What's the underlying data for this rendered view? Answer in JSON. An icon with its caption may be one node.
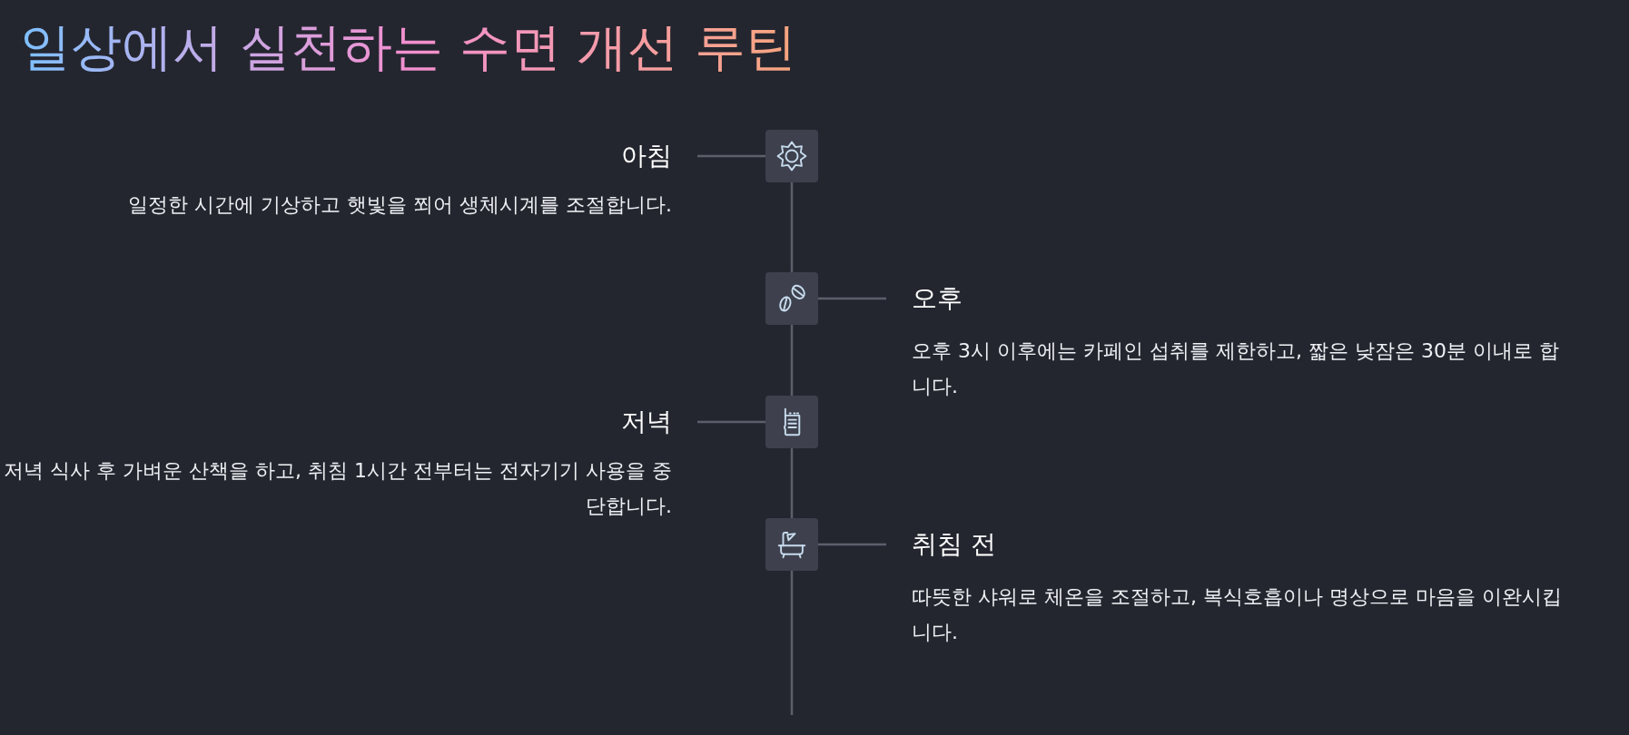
{
  "diagram": {
    "title": "일상에서 실천하는 수면 개선 루틴",
    "nodes": [
      {
        "text": [
          "아침",
          "일정한 시간에 기상하고 햇빛을 쬐어 생체시계를 조절합니다."
        ]
      },
      {
        "text": [],
        "shape": "box"
      },
      {
        "text": [],
        "shape": "box"
      },
      {
        "text": [
          "오후",
          "오후 3시 이후에는 카페인 섭취를 제한하고, 짧은 낮잠은 30분 이내로 합니다."
        ]
      },
      {
        "text": [
          "저녁",
          "저녁 식사 후 가벼운 산책을 하고, 취침 1시간 전부터는 전자기기 사용을 중단합니다."
        ]
      },
      {
        "text": [],
        "shape": "box"
      },
      {
        "text": [],
        "shape": "box"
      },
      {
        "text": [
          "취침 전",
          "따뜻한 샤워로 체온을 조절하고, 복식호흡이나 명상으로 마음을 이완시킵니다."
        ]
      }
    ],
    "edges": [
      {
        "from": 0,
        "to": 1,
        "arrow": "none"
      },
      {
        "from": 1,
        "to": 2,
        "arrow": "none"
      },
      {
        "from": 2,
        "to": 3,
        "arrow": "none"
      },
      {
        "from": 2,
        "to": 5,
        "arrow": "none"
      },
      {
        "from": 4,
        "to": 5,
        "arrow": "none"
      },
      {
        "from": 5,
        "to": 6,
        "arrow": "none"
      },
      {
        "from": 6,
        "to": 7,
        "arrow": "none"
      },
      {
        "from": 6,
        "to": null,
        "arrow": "none"
      }
    ]
  }
}
